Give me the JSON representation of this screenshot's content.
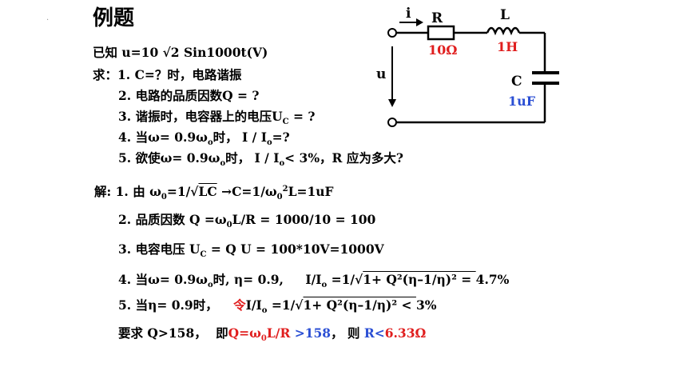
{
  "title": "例题",
  "given": "已知 u=10 √2 Sin1000t(V)",
  "questions": {
    "label": "求：",
    "q1": "1.  C=？时，电路谐振",
    "q2": "2.  电路的品质因数Q = ?",
    "q3_pre": "3.  谐振时，电容器上的电压U",
    "q3_sub": "C",
    "q3_post": " = ?",
    "q4_pre": "4.  当ω= 0.9ω",
    "q4_sub": "o",
    "q4_mid": "时，  I / I",
    "q4_sub2": "o",
    "q4_post": "=?",
    "q5_pre": "5.  欲使ω= 0.9ω",
    "q5_sub": "o",
    "q5_mid": "时，  I / I",
    "q5_sub2": "o",
    "q5_post": "< 3%，R 应为多大?"
  },
  "solution": {
    "s1_pre": "解: 1. 由 ω",
    "s1_sub": "0",
    "s1_mid": "=1/√",
    "s1_over": "LC",
    "s1_post": "    →C=1/ω",
    "s1_sub2": "0",
    "s1_sup": "2",
    "s1_end": "L=1uF",
    "s2_pre": "2. 品质因数 Q =ω",
    "s2_sub": "0",
    "s2_post": "L/R = 1000/10 = 100",
    "s3_pre": "3. 电容电压 U",
    "s3_sub": "C",
    "s3_post": " = Q U = 100*10V=1000V",
    "s4_pre": "4. 当ω= 0.9ω",
    "s4_sub": "o",
    "s4_mid": "时, η= 0.9,",
    "s4_expr_pre": "I/I",
    "s4_expr_sub": "o",
    "s4_expr_mid": " =1/√",
    "s4_over": "1+ Q²(η–1/η)² = ",
    "s4_end": "4.7%",
    "s5_pre": "5. 当η= 0.9时，",
    "s5_red": "令",
    "s5_expr_pre": "I/I",
    "s5_expr_sub": "o",
    "s5_expr_mid": " =1/√",
    "s5_over": "1+ Q²(η–1/η)² < ",
    "s5_end": "3%",
    "s6_a": "要求   Q>158，",
    "s6_b": "即",
    "s6_red1": "Q=ω",
    "s6_red_sub": "0",
    "s6_red2": "L/R ",
    "s6_blue1": ">158",
    "s6_c": "，    则  ",
    "s6_blue2": "R<",
    "s6_red3": "6.33Ω"
  },
  "circuit": {
    "current_label": "i",
    "resistor_label": "R",
    "resistor_value": "10Ω",
    "inductor_label": "L",
    "inductor_value": "1H",
    "capacitor_label": "C",
    "capacitor_value": "1uF",
    "voltage_label": "u"
  },
  "colors": {
    "red": "#e01e1e",
    "blue": "#2b4fd4"
  }
}
